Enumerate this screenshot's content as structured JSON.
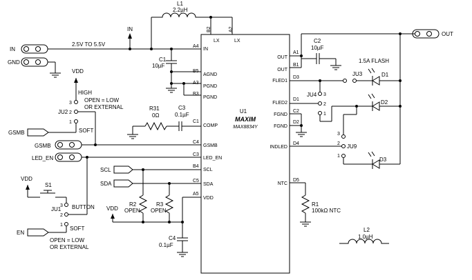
{
  "chip": {
    "ref": "U1",
    "part": "MAX8834Y",
    "logo": "MAXIM",
    "left_pins": [
      {
        "num": "A4",
        "name": "IN"
      },
      {
        "num": "B5",
        "name": "AGND"
      },
      {
        "num": "A3",
        "name": "PGND"
      },
      {
        "num": "B3",
        "name": "PGND"
      },
      {
        "num": "C1",
        "name": "COMP"
      },
      {
        "num": "C4",
        "name": "GSMB"
      },
      {
        "num": "C3",
        "name": "LED_EN"
      },
      {
        "num": "B4",
        "name": "SCL"
      },
      {
        "num": "C5",
        "name": "SDA"
      },
      {
        "num": "A5",
        "name": "VDD"
      }
    ],
    "top_pins": [
      {
        "num": "B2",
        "name": "LX"
      },
      {
        "num": "A2",
        "name": "LX"
      }
    ],
    "right_pins": [
      {
        "num": "A1",
        "name": "OUT"
      },
      {
        "num": "B1",
        "name": "OUT"
      },
      {
        "num": "D3",
        "name": "FLED1"
      },
      {
        "num": "D1",
        "name": "FLED2"
      },
      {
        "num": "C2",
        "name": "FGND"
      },
      {
        "num": "D2",
        "name": "FGND"
      },
      {
        "num": "D4",
        "name": "INDLED"
      },
      {
        "num": "D5",
        "name": "NTC"
      }
    ]
  },
  "components": {
    "L1": {
      "ref": "L1",
      "value": "2.2µH"
    },
    "L2": {
      "ref": "L2",
      "value": "1.0µH"
    },
    "C1": {
      "ref": "C1",
      "value": "10µF"
    },
    "C2": {
      "ref": "C2",
      "value": "10µF"
    },
    "C3": {
      "ref": "C3",
      "value": "0.1µF"
    },
    "C4": {
      "ref": "C4",
      "value": "0.1µF"
    },
    "R1": {
      "ref": "R1",
      "value": "100kΩ NTC"
    },
    "R2": {
      "ref": "R2",
      "value": "OPEN"
    },
    "R3": {
      "ref": "R3",
      "value": "OPEN"
    },
    "R31": {
      "ref": "R31",
      "value": "0Ω"
    },
    "S1": {
      "ref": "S1"
    },
    "D1": {
      "ref": "D1"
    },
    "D2": {
      "ref": "D2"
    },
    "D3": {
      "ref": "D3"
    }
  },
  "jumpers": {
    "JU1": "JU1",
    "JU2": "JU2",
    "JU3": "JU3",
    "JU4": "JU4",
    "JU9": "JU9",
    "pin1": "1",
    "pin2": "2",
    "pin3": "3"
  },
  "nets": {
    "in_range": "2.5V TO 5.5V",
    "in": "IN",
    "gnd": "GND",
    "out": "OUT",
    "vdd": "VDD",
    "gsmb": "GSMB",
    "led_en": "LED_EN",
    "scl": "SCL",
    "sda": "SDA",
    "en": "EN",
    "flash": "1.5A FLASH"
  },
  "notes": {
    "high": "HIGH",
    "open_low_1": "OPEN = LOW",
    "or_external": "OR EXTERNAL",
    "soft": "SOFT",
    "button": "BUTTON",
    "open_low_2": "OPEN = LOW"
  }
}
